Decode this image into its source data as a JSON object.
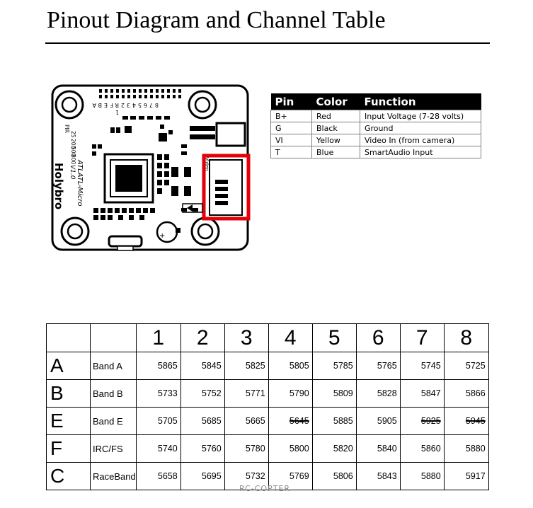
{
  "page": {
    "title": "Pinout Diagram and Channel Table"
  },
  "board": {
    "brand": "Holybro",
    "model": "ATLATL-Micro",
    "version": "V1.0",
    "top_pin_labels": [
      "R",
      "F",
      "E",
      "B",
      "A"
    ],
    "top_pin_numbers": [
      "8",
      "7",
      "6",
      "5",
      "4",
      "3",
      "2",
      "1"
    ],
    "left_labels": [
      "PIR",
      "25",
      "200",
      "500",
      "800"
    ],
    "connector_label": "Video",
    "highlight_color": "#e3000b"
  },
  "pin_table": {
    "headers": [
      "Pin",
      "Color",
      "Function"
    ],
    "rows": [
      {
        "pin": "B+",
        "color": "Red",
        "function": "Input Voltage (7-28 volts)"
      },
      {
        "pin": "G",
        "color": "Black",
        "function": "Ground"
      },
      {
        "pin": "VI",
        "color": "Yellow",
        "function": "Video In (from camera)"
      },
      {
        "pin": "T",
        "color": "Blue",
        "function": "SmartAudio Input"
      }
    ]
  },
  "channel_table": {
    "channels": [
      "1",
      "2",
      "3",
      "4",
      "5",
      "6",
      "7",
      "8"
    ],
    "bands": [
      {
        "letter": "A",
        "name": "Band A",
        "freqs": [
          "5865",
          "5845",
          "5825",
          "5805",
          "5785",
          "5765",
          "5745",
          "5725"
        ],
        "struck": [
          false,
          false,
          false,
          false,
          false,
          false,
          false,
          false
        ]
      },
      {
        "letter": "B",
        "name": "Band B",
        "freqs": [
          "5733",
          "5752",
          "5771",
          "5790",
          "5809",
          "5828",
          "5847",
          "5866"
        ],
        "struck": [
          false,
          false,
          false,
          false,
          false,
          false,
          false,
          false
        ]
      },
      {
        "letter": "E",
        "name": "Band E",
        "freqs": [
          "5705",
          "5685",
          "5665",
          "5645",
          "5885",
          "5905",
          "5925",
          "5945"
        ],
        "struck": [
          false,
          false,
          false,
          true,
          false,
          false,
          true,
          true
        ]
      },
      {
        "letter": "F",
        "name": "IRC/FS",
        "freqs": [
          "5740",
          "5760",
          "5780",
          "5800",
          "5820",
          "5840",
          "5860",
          "5880"
        ],
        "struck": [
          false,
          false,
          false,
          false,
          false,
          false,
          false,
          false
        ]
      },
      {
        "letter": "C",
        "name": "RaceBand",
        "freqs": [
          "5658",
          "5695",
          "5732",
          "5769",
          "5806",
          "5843",
          "5880",
          "5917"
        ],
        "struck": [
          false,
          false,
          false,
          false,
          false,
          false,
          false,
          false
        ]
      }
    ]
  },
  "watermark": "RC-COPTER"
}
